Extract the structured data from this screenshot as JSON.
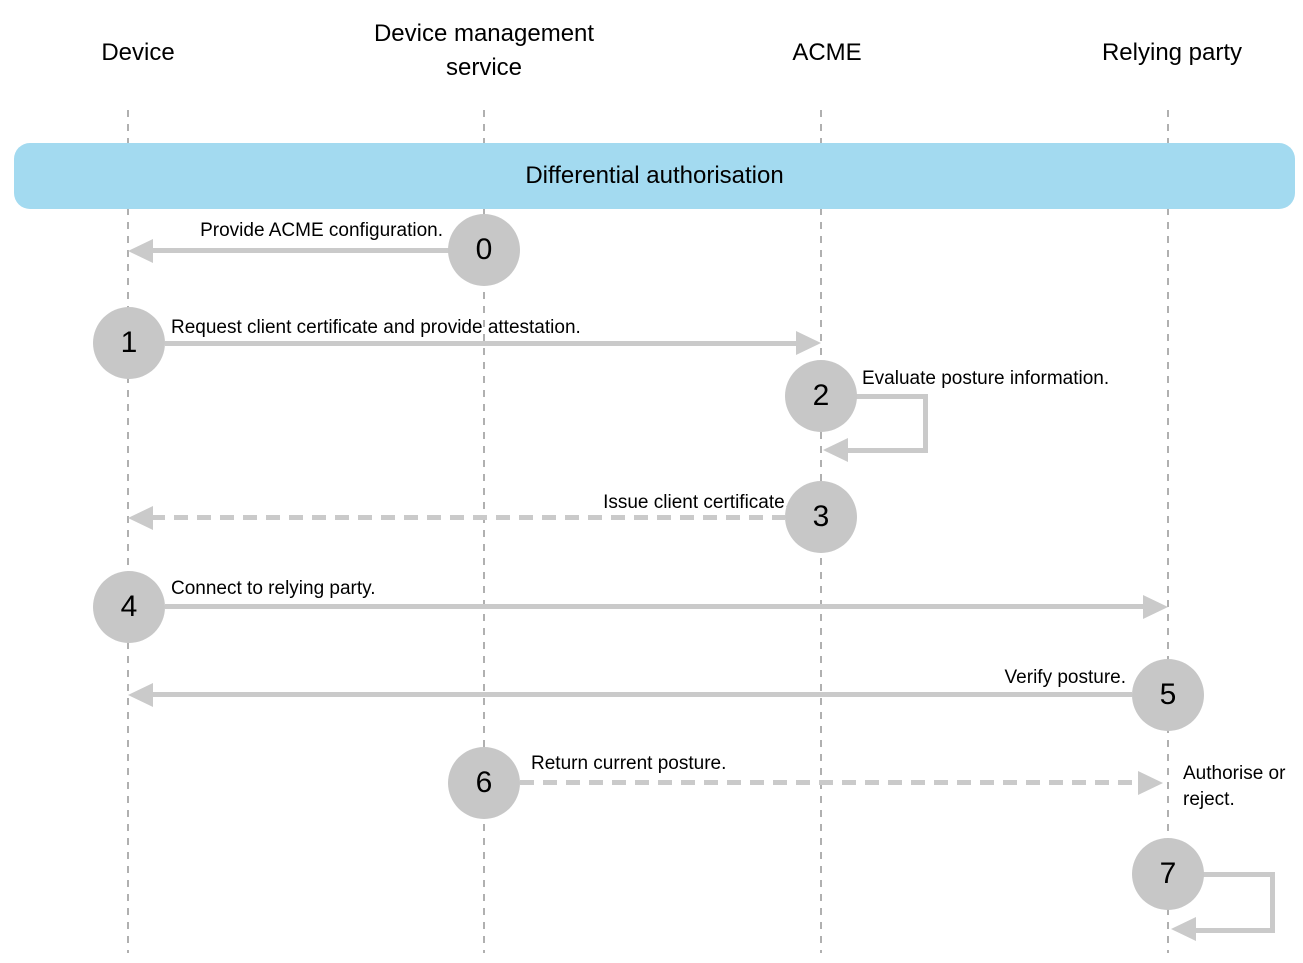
{
  "diagram": {
    "banner": {
      "label": "Differential authorisation"
    },
    "actors": [
      {
        "id": "device",
        "label": "Device"
      },
      {
        "id": "device-management-service",
        "label": "Device management service"
      },
      {
        "id": "acme",
        "label": "ACME"
      },
      {
        "id": "relying-party",
        "label": "Relying party"
      }
    ],
    "steps": [
      {
        "num": "0",
        "label": "Provide ACME configuration.",
        "from": "Device management service",
        "to": "Device",
        "style": "solid"
      },
      {
        "num": "1",
        "label": "Request client certificate and provide attestation.",
        "from": "Device",
        "to": "ACME",
        "style": "solid"
      },
      {
        "num": "2",
        "label": "Evaluate posture information.",
        "from": "ACME",
        "to": "ACME",
        "style": "self"
      },
      {
        "num": "3",
        "label": "Issue client certificate.",
        "from": "ACME",
        "to": "Device",
        "style": "dashed"
      },
      {
        "num": "4",
        "label": "Connect to relying party.",
        "from": "Device",
        "to": "Relying party",
        "style": "solid"
      },
      {
        "num": "5",
        "label": "Verify posture.",
        "from": "Relying party",
        "to": "Device",
        "style": "solid"
      },
      {
        "num": "6",
        "label": "Return current posture.",
        "from": "Device management service",
        "to": "Relying party",
        "style": "dashed"
      },
      {
        "num": "7",
        "label": "Authorise or reject.",
        "from": "Relying party",
        "to": "Relying party",
        "style": "self"
      }
    ],
    "colors": {
      "banner_bg": "#a3daf0",
      "node_bg": "#c7c7c7",
      "arrow": "#cacaca",
      "lifeline": "#b0b0b0",
      "text": "#000000"
    }
  }
}
